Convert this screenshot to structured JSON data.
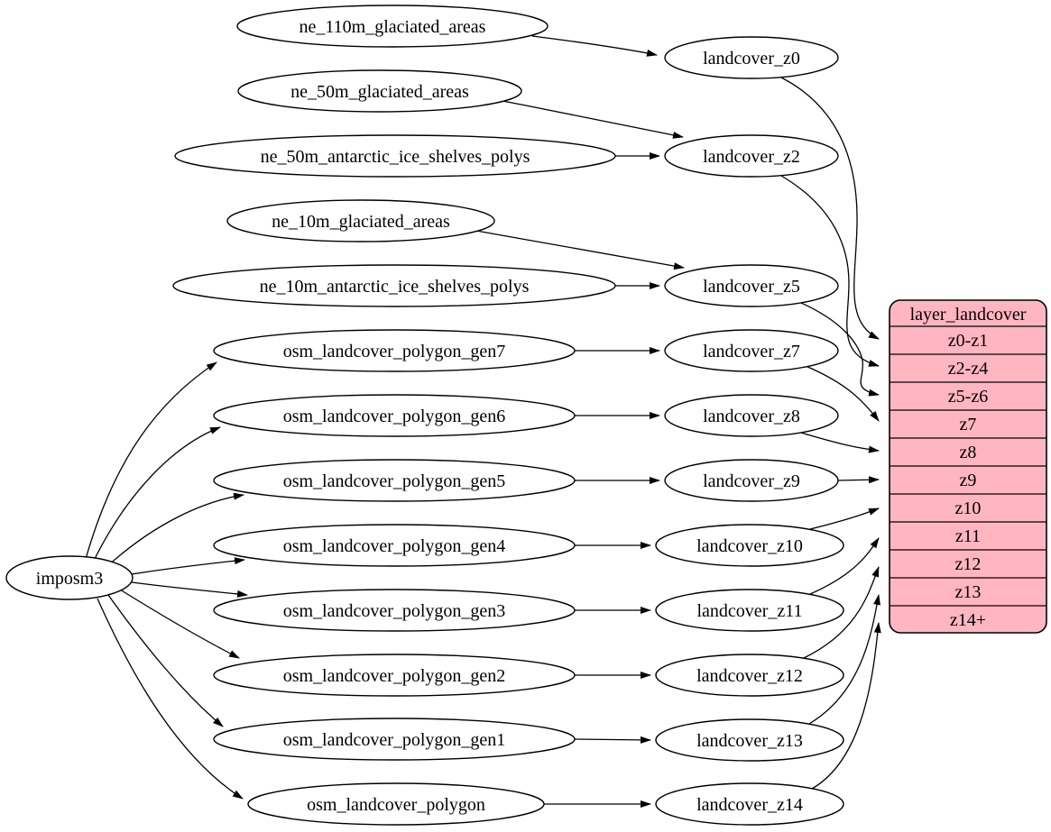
{
  "colors": {
    "bg": "#ffffff",
    "node-fill": "#ffffff",
    "table-fill": "#ffb6c1",
    "stroke": "#000000",
    "text": "#000000"
  },
  "nodes": {
    "imposm3": "imposm3",
    "sources": [
      "ne_110m_glaciated_areas",
      "ne_50m_glaciated_areas",
      "ne_50m_antarctic_ice_shelves_polys",
      "ne_10m_glaciated_areas",
      "ne_10m_antarctic_ice_shelves_polys",
      "osm_landcover_polygon_gen7",
      "osm_landcover_polygon_gen6",
      "osm_landcover_polygon_gen5",
      "osm_landcover_polygon_gen4",
      "osm_landcover_polygon_gen3",
      "osm_landcover_polygon_gen2",
      "osm_landcover_polygon_gen1",
      "osm_landcover_polygon"
    ],
    "stages": [
      "landcover_z0",
      "landcover_z2",
      "landcover_z5",
      "landcover_z7",
      "landcover_z8",
      "landcover_z9",
      "landcover_z10",
      "landcover_z11",
      "landcover_z12",
      "landcover_z13",
      "landcover_z14"
    ]
  },
  "table": {
    "title": "layer_landcover",
    "rows": [
      "z0-z1",
      "z2-z4",
      "z5-z6",
      "z7",
      "z8",
      "z9",
      "z10",
      "z11",
      "z12",
      "z13",
      "z14+"
    ]
  },
  "edges": [
    {
      "from": "imposm3",
      "to": "osm_landcover_polygon_gen7"
    },
    {
      "from": "imposm3",
      "to": "osm_landcover_polygon_gen6"
    },
    {
      "from": "imposm3",
      "to": "osm_landcover_polygon_gen5"
    },
    {
      "from": "imposm3",
      "to": "osm_landcover_polygon_gen4"
    },
    {
      "from": "imposm3",
      "to": "osm_landcover_polygon_gen3"
    },
    {
      "from": "imposm3",
      "to": "osm_landcover_polygon_gen2"
    },
    {
      "from": "imposm3",
      "to": "osm_landcover_polygon_gen1"
    },
    {
      "from": "imposm3",
      "to": "osm_landcover_polygon"
    },
    {
      "from": "ne_110m_glaciated_areas",
      "to": "landcover_z0"
    },
    {
      "from": "ne_50m_glaciated_areas",
      "to": "landcover_z2"
    },
    {
      "from": "ne_50m_antarctic_ice_shelves_polys",
      "to": "landcover_z2"
    },
    {
      "from": "ne_10m_glaciated_areas",
      "to": "landcover_z5"
    },
    {
      "from": "ne_10m_antarctic_ice_shelves_polys",
      "to": "landcover_z5"
    },
    {
      "from": "osm_landcover_polygon_gen7",
      "to": "landcover_z7"
    },
    {
      "from": "osm_landcover_polygon_gen6",
      "to": "landcover_z8"
    },
    {
      "from": "osm_landcover_polygon_gen5",
      "to": "landcover_z9"
    },
    {
      "from": "osm_landcover_polygon_gen4",
      "to": "landcover_z10"
    },
    {
      "from": "osm_landcover_polygon_gen3",
      "to": "landcover_z11"
    },
    {
      "from": "osm_landcover_polygon_gen2",
      "to": "landcover_z12"
    },
    {
      "from": "osm_landcover_polygon_gen1",
      "to": "landcover_z13"
    },
    {
      "from": "osm_landcover_polygon",
      "to": "landcover_z14"
    },
    {
      "from": "landcover_z0",
      "to": "layer_landcover.z0-z1"
    },
    {
      "from": "landcover_z2",
      "to": "layer_landcover.z2-z4"
    },
    {
      "from": "landcover_z5",
      "to": "layer_landcover.z5-z6"
    },
    {
      "from": "landcover_z7",
      "to": "layer_landcover.z7"
    },
    {
      "from": "landcover_z8",
      "to": "layer_landcover.z8"
    },
    {
      "from": "landcover_z9",
      "to": "layer_landcover.z9"
    },
    {
      "from": "landcover_z10",
      "to": "layer_landcover.z10"
    },
    {
      "from": "landcover_z11",
      "to": "layer_landcover.z11"
    },
    {
      "from": "landcover_z12",
      "to": "layer_landcover.z12"
    },
    {
      "from": "landcover_z13",
      "to": "layer_landcover.z13"
    },
    {
      "from": "landcover_z14",
      "to": "layer_landcover.z14+"
    }
  ]
}
